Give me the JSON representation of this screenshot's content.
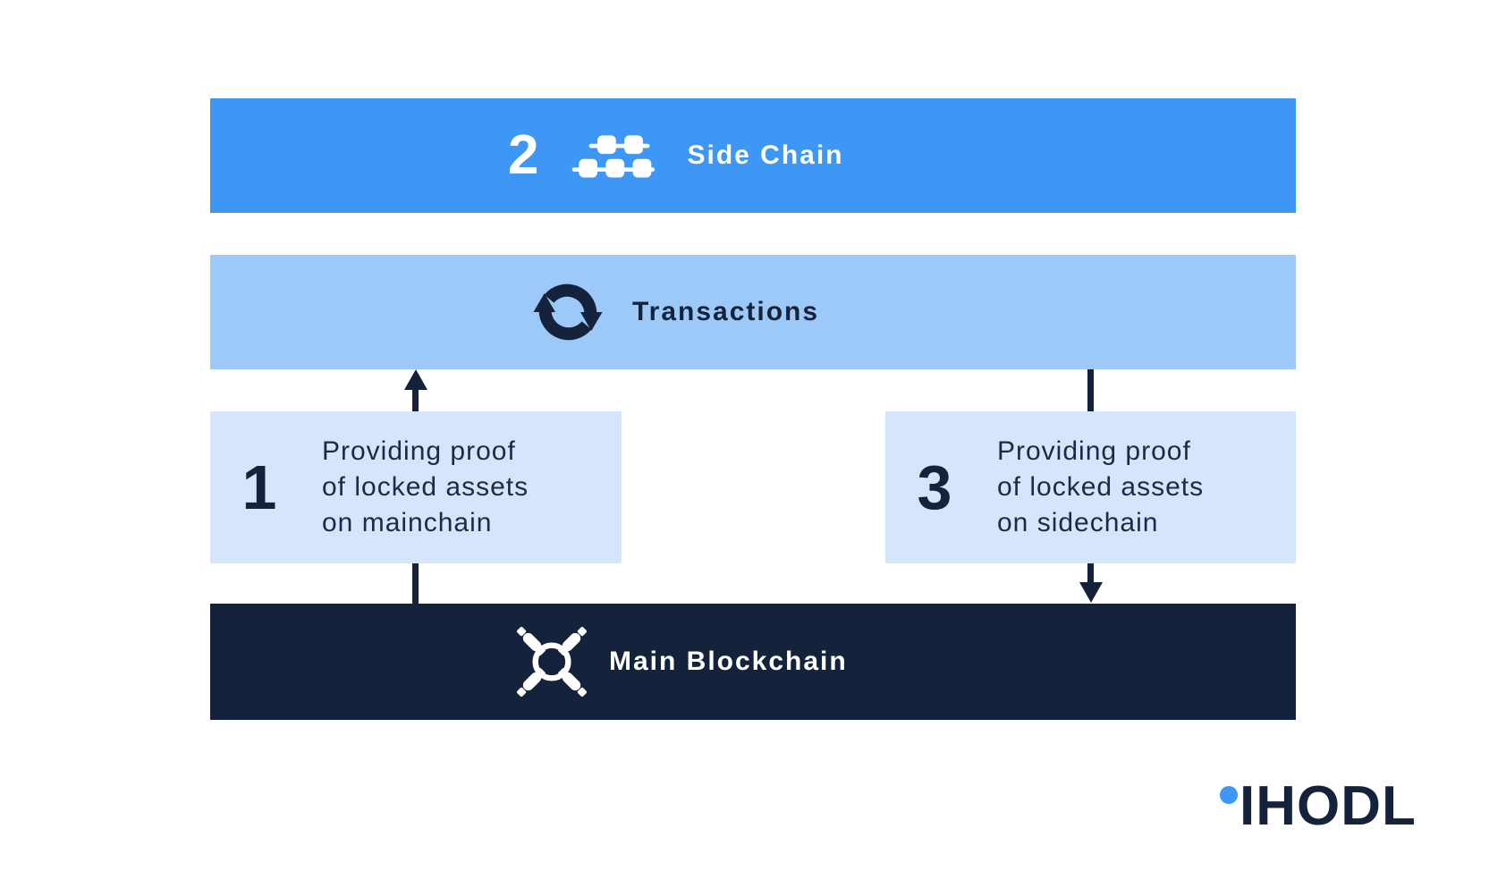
{
  "palette": {
    "bright_blue": "#3E97F5",
    "light_blue": "#9CC9F7",
    "pale_blue": "#D5E5FB",
    "navy": "#14233B",
    "white": "#FFFFFF"
  },
  "banners": {
    "side_chain": {
      "step": "2",
      "label": "Side Chain",
      "icon": "blockchain-blocks-icon"
    },
    "transactions": {
      "label": "Transactions",
      "icon": "sync-arrows-icon"
    },
    "main_blockchain": {
      "label": "Main Blockchain",
      "icon": "network-nodes-icon"
    }
  },
  "steps": [
    {
      "number": "1",
      "text_lines": [
        "Providing proof",
        "of locked assets",
        "on mainchain"
      ]
    },
    {
      "number": "3",
      "text_lines": [
        "Providing proof",
        "of locked assets",
        "on sidechain"
      ]
    }
  ],
  "arrows": [
    {
      "id": "mainchain-up-to-transactions",
      "direction": "up"
    },
    {
      "id": "transactions-down-to-sidechain-proof",
      "direction": "down"
    }
  ],
  "logo": {
    "text": "IHODL",
    "dot_color": "#3E97F5"
  }
}
